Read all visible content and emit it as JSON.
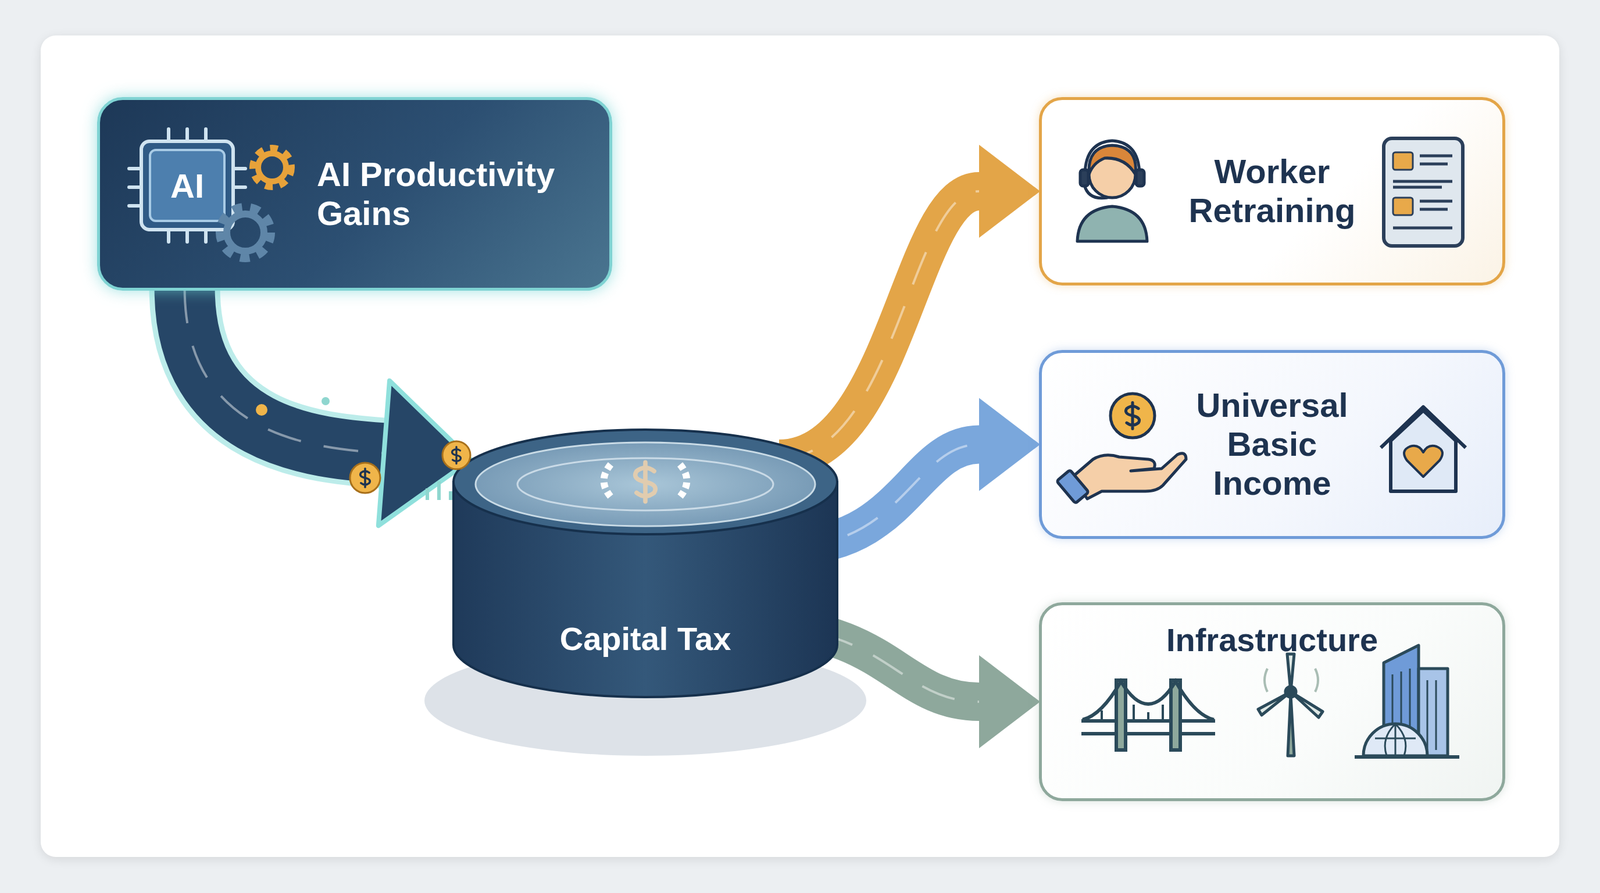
{
  "diagram": {
    "nodes": [
      {
        "text": [
          "AI Productivity Gains"
        ]
      },
      {
        "text": [
          "Capital Tax"
        ]
      },
      {
        "text": [
          "Worker Retraining"
        ]
      },
      {
        "text": [
          "Universal Basic Income"
        ]
      },
      {
        "text": [
          "Infrastructure"
        ]
      }
    ],
    "edges": [
      {
        "from": 0,
        "to": 1,
        "arrow": "to"
      },
      {
        "from": 1,
        "to": 2,
        "arrow": "to"
      },
      {
        "from": 1,
        "to": 3,
        "arrow": "to"
      },
      {
        "from": 1,
        "to": 4,
        "arrow": "to"
      }
    ],
    "labels": [
      "AI"
    ]
  }
}
